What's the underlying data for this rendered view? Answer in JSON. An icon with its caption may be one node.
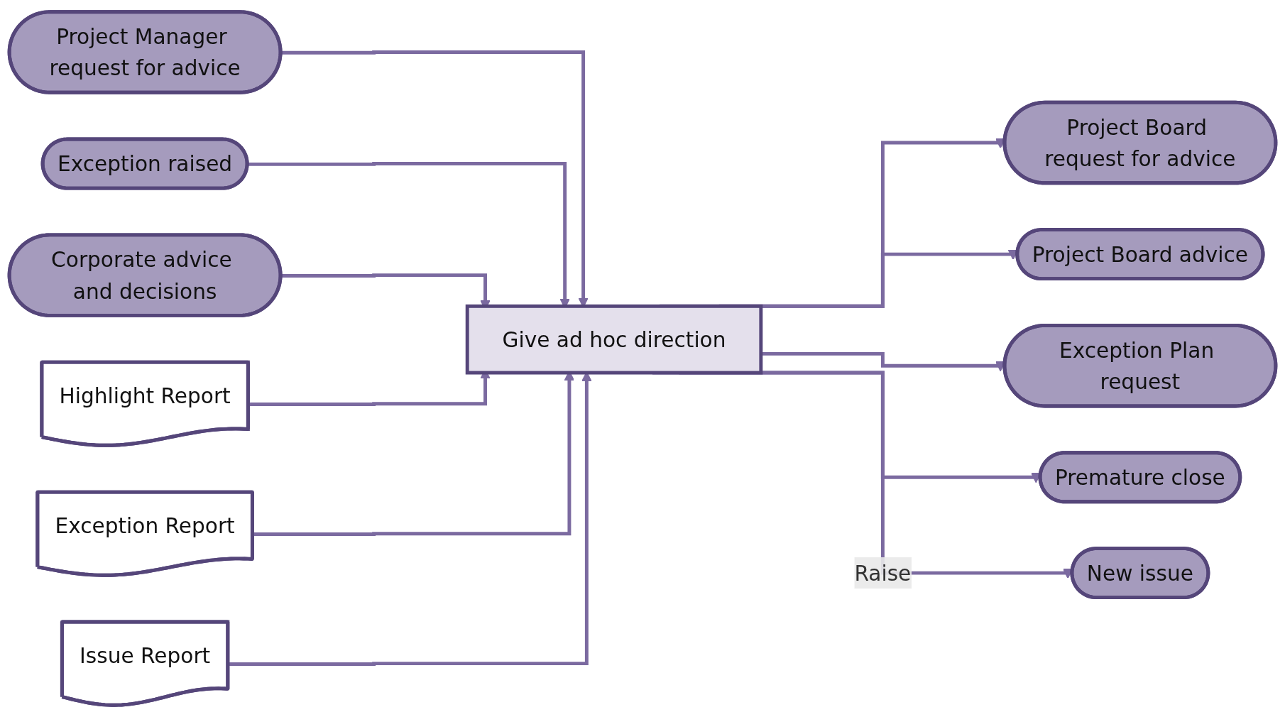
{
  "diagram": {
    "nodes": [
      {
        "text": [
          "Project Manager request for advice"
        ]
      },
      {
        "text": [
          "Exception raised"
        ]
      },
      {
        "text": [
          "Corporate advice and decisions"
        ]
      },
      {
        "text": [
          "Highlight Report"
        ]
      },
      {
        "text": [
          "Exception Report"
        ]
      },
      {
        "text": [
          "Issue Report"
        ]
      },
      {
        "text": [
          "Give ad hoc direction"
        ]
      },
      {
        "text": [
          "Project Board request for advice"
        ]
      },
      {
        "text": [
          "Project Board advice"
        ]
      },
      {
        "text": [
          "Exception Plan request"
        ]
      },
      {
        "text": [
          "Premature close"
        ]
      },
      {
        "text": [
          "New issue"
        ]
      }
    ],
    "edges": [
      {
        "from": 0,
        "to": 6,
        "arrow": "to"
      },
      {
        "from": 1,
        "to": 6,
        "arrow": "to"
      },
      {
        "from": 2,
        "to": 6,
        "arrow": "to"
      },
      {
        "from": 3,
        "to": 6,
        "arrow": "to"
      },
      {
        "from": 4,
        "to": 6,
        "arrow": "to"
      },
      {
        "from": 5,
        "to": 6,
        "arrow": "to"
      },
      {
        "from": 6,
        "to": 7,
        "arrow": "to"
      },
      {
        "from": 6,
        "to": 8,
        "arrow": "to"
      },
      {
        "from": 6,
        "to": 9,
        "arrow": "to"
      },
      {
        "from": 6,
        "to": 10,
        "arrow": "to"
      },
      {
        "from": 6,
        "to": 11,
        "arrow": "to",
        "label": "Raise"
      }
    ]
  }
}
